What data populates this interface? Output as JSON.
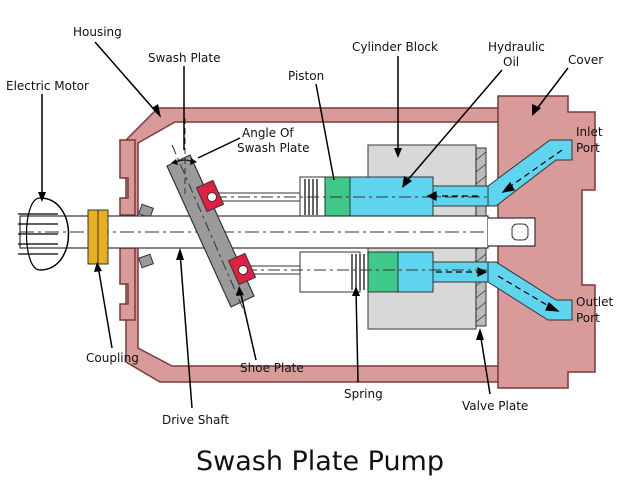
{
  "title": "Swash Plate Pump",
  "labels": {
    "housing": "Housing",
    "swash_plate": "Swash Plate",
    "electric_motor": "Electric Motor",
    "piston": "Piston",
    "cylinder_block": "Cylinder Block",
    "hydraulic_oil_1": "Hydraulic",
    "hydraulic_oil_2": "Oil",
    "cover": "Cover",
    "angle_1": "Angle Of",
    "angle_2": "Swash Plate",
    "inlet_1": "Inlet",
    "inlet_2": "Port",
    "outlet_1": "Outlet",
    "outlet_2": "Port",
    "coupling": "Coupling",
    "shoe_plate": "Shoe Plate",
    "spring": "Spring",
    "drive_shaft": "Drive Shaft",
    "valve_plate": "Valve Plate"
  },
  "colors": {
    "housing": "#d99a9a",
    "housing_edge": "#7a3a3a",
    "cylinder": "#d8d8d8",
    "oil": "#5fd4ee",
    "piston": "#3ec98a",
    "swash": "#9a9a9a",
    "shoe": "#e02040",
    "coupling": "#e8b020"
  }
}
